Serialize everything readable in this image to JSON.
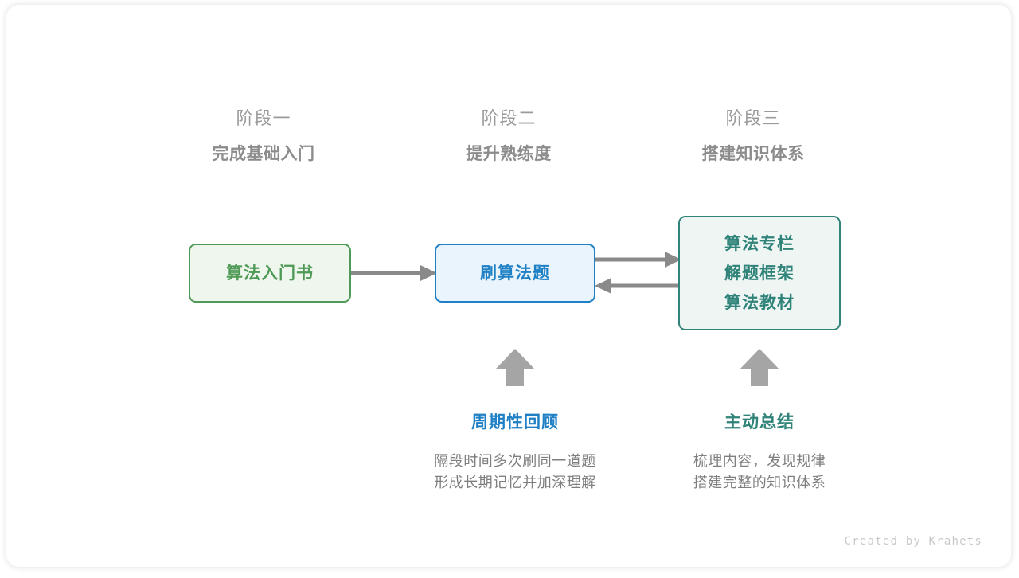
{
  "canvas": {
    "background": "#ffffff",
    "card_background": "#ffffff"
  },
  "colors": {
    "green": "#4f9a56",
    "green_fill": "#eef6ed",
    "blue": "#1f80c5",
    "blue_fill": "#eaf4fc",
    "teal": "#2f8379",
    "teal_fill": "#eef5f3",
    "gray_text": "#8c8c8c",
    "gray_title": "#9b9b9b",
    "gray_desc": "#7f7f7f",
    "arrow_gray": "#8a8a8a",
    "credit_gray": "#c9c9c9"
  },
  "stages": [
    {
      "title": "阶段一",
      "subtitle": "完成基础入门"
    },
    {
      "title": "阶段二",
      "subtitle": "提升熟练度"
    },
    {
      "title": "阶段三",
      "subtitle": "搭建知识体系"
    }
  ],
  "nodes": {
    "book": {
      "lines": [
        "算法入门书"
      ]
    },
    "practice": {
      "lines": [
        "刷算法题"
      ]
    },
    "resources": {
      "lines": [
        "算法专栏",
        "解题框架",
        "算法教材"
      ]
    }
  },
  "connectors": [
    {
      "name": "book-to-practice",
      "icon": "arrow-right-icon"
    },
    {
      "name": "practice-to-resources",
      "icon": "arrow-right-icon"
    },
    {
      "name": "resources-to-practice",
      "icon": "arrow-left-icon"
    },
    {
      "name": "review-up",
      "icon": "arrow-up-icon"
    },
    {
      "name": "summary-up",
      "icon": "arrow-up-icon"
    }
  ],
  "notes": [
    {
      "title": "周期性回顾",
      "accent": "blue",
      "desc_lines": [
        "隔段时间多次刷同一道题",
        "形成长期记忆并加深理解"
      ]
    },
    {
      "title": "主动总结",
      "accent": "teal",
      "desc_lines": [
        "梳理内容，发现规律",
        "搭建完整的知识体系"
      ]
    }
  ],
  "credit": "Created by Krahets"
}
